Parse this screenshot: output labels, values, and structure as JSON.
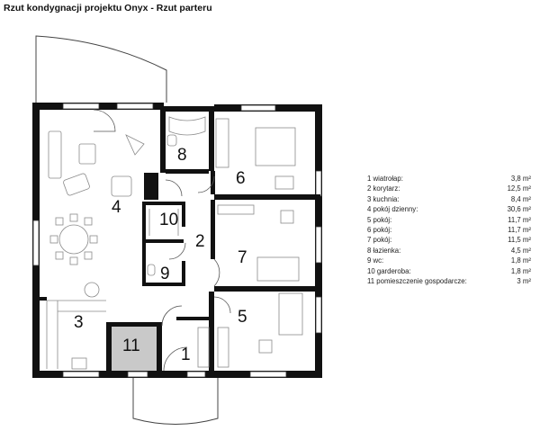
{
  "title": "Rzut kondygnacji projektu Onyx - Rzut parteru",
  "rooms": [
    {
      "num": "1",
      "name": "wiatrołap:",
      "area": "3,8 m²"
    },
    {
      "num": "2",
      "name": "korytarz:",
      "area": "12,5 m²"
    },
    {
      "num": "3",
      "name": "kuchnia:",
      "area": "8,4 m²"
    },
    {
      "num": "4",
      "name": "pokój dzienny:",
      "area": "30,6 m²"
    },
    {
      "num": "5",
      "name": "pokój:",
      "area": "11,7 m²"
    },
    {
      "num": "6",
      "name": "pokój:",
      "area": "11,7 m²"
    },
    {
      "num": "7",
      "name": "pokój:",
      "area": "11,5 m²"
    },
    {
      "num": "8",
      "name": "łazienka:",
      "area": "4,5 m²"
    },
    {
      "num": "9",
      "name": "wc:",
      "area": "1,8 m²"
    },
    {
      "num": "10",
      "name": "garderoba:",
      "area": "1,8 m²"
    },
    {
      "num": "11",
      "name": "pomieszczenie gospodarcze:",
      "area": "3 m²"
    }
  ],
  "colors": {
    "wall": "#111111",
    "window": "#ffffff",
    "furniture": "#9a9a9a",
    "storage_fill": "#c9c9c9"
  }
}
